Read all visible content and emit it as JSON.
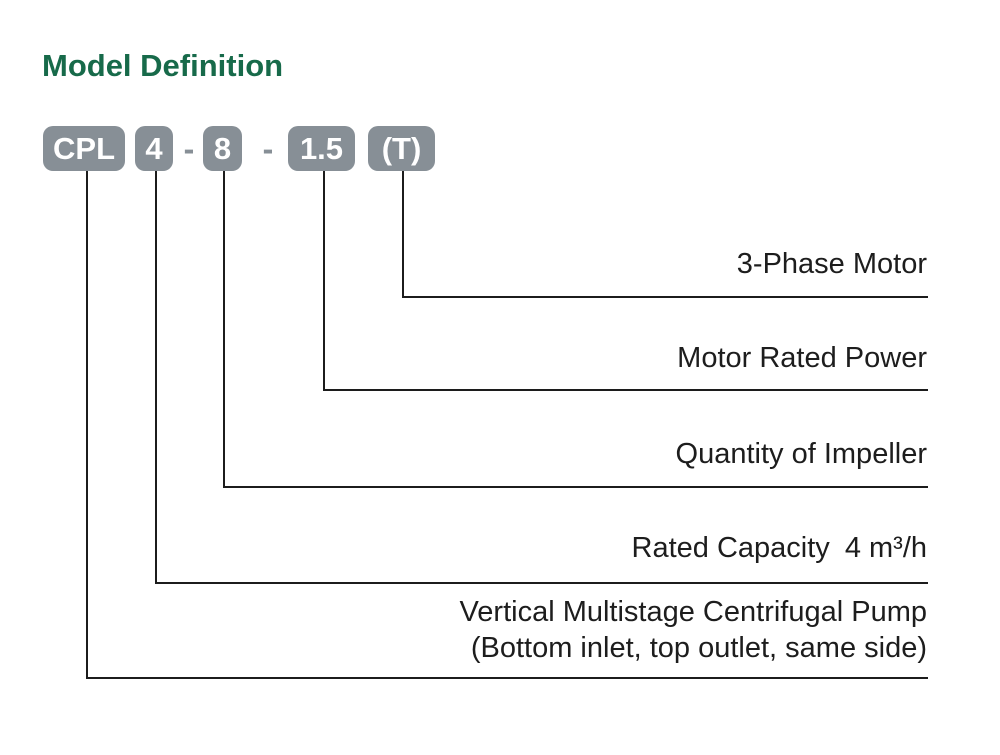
{
  "title": {
    "text": "Model Definition",
    "color": "#176a4a"
  },
  "model_code": {
    "segments": [
      "CPL",
      "4",
      "8",
      "1.5",
      "(T)"
    ],
    "separator": "-",
    "box_color": "#878f96",
    "box_text_color": "#ffffff"
  },
  "callouts": [
    {
      "segment": "(T)",
      "label": "3-Phase Motor"
    },
    {
      "segment": "1.5",
      "label": "Motor Rated Power"
    },
    {
      "segment": "8",
      "label": "Quantity of Impeller"
    },
    {
      "segment": "4",
      "label": "Rated Capacity",
      "value": "4 m³/h"
    },
    {
      "segment": "CPL",
      "label": "Vertical Multistage Centrifugal Pump",
      "sublabel": "(Bottom inlet, top outlet, same side)"
    }
  ],
  "line_color": "#1c1c1c",
  "label_color": "#1d1d1d"
}
